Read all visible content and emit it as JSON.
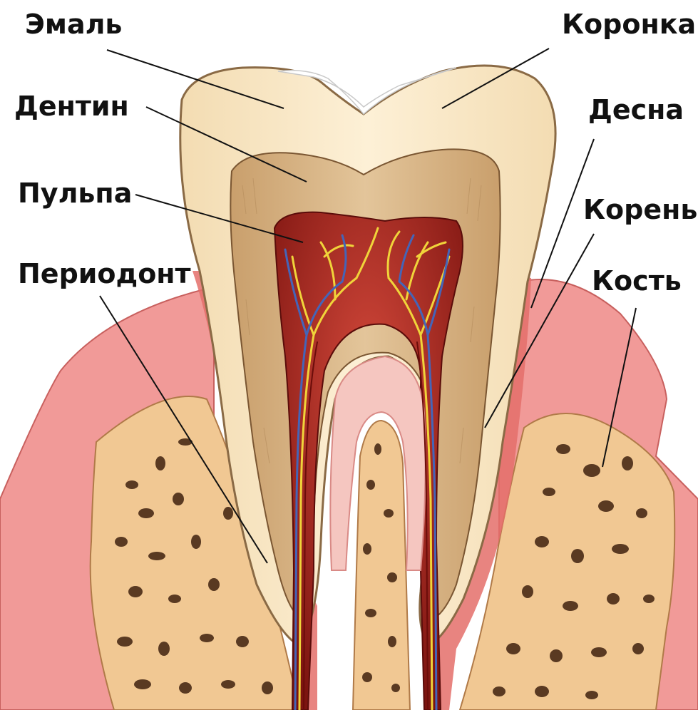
{
  "labels": {
    "enamel": "Эмаль",
    "dentin": "Дентин",
    "pulp": "Пульпа",
    "periodontium": "Периодонт",
    "crown": "Коронка",
    "gum": "Десна",
    "root": "Корень",
    "bone": "Кость"
  },
  "colors": {
    "enamel": "#f8e6c4",
    "dentin": "#d8b78a",
    "pulp": "#a61f1c",
    "gum": "#f19a98",
    "bone": "#f1c893",
    "bone_pores": "#5a3a22",
    "artery": "#f0d43a",
    "vein": "#4465b8",
    "leader_line": "#111111"
  }
}
